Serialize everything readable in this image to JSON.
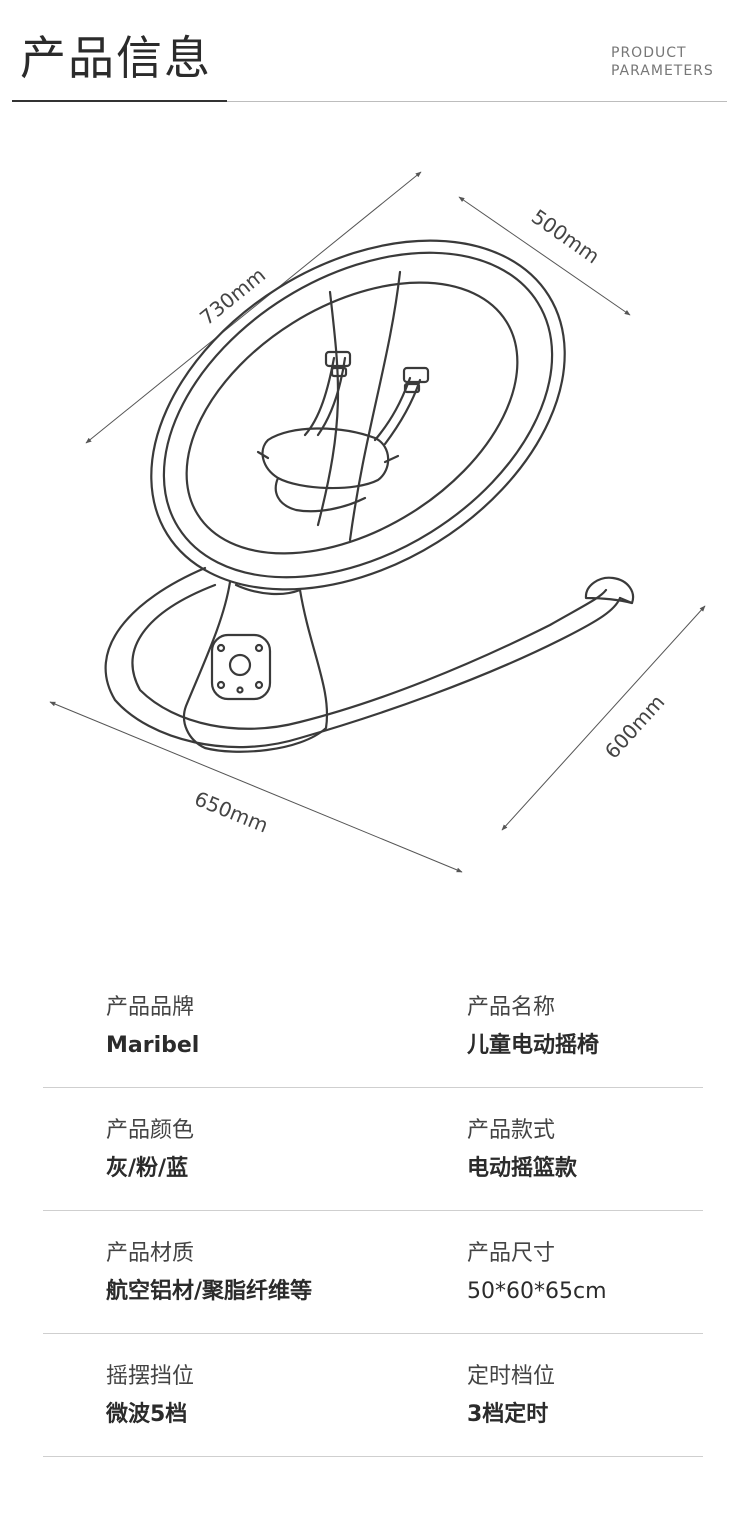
{
  "header": {
    "title": "产品信息",
    "subtitle_line1": "PRODUCT",
    "subtitle_line2": "PARAMETERS"
  },
  "drawing": {
    "dim_length": "730mm",
    "dim_width": "500mm",
    "dim_base": "650mm",
    "dim_height": "600mm"
  },
  "specs": [
    {
      "left": {
        "label": "产品品牌",
        "value": "Maribel"
      },
      "right": {
        "label": "产品名称",
        "value": "儿童电动摇椅"
      }
    },
    {
      "left": {
        "label": "产品颜色",
        "value": "灰/粉/蓝"
      },
      "right": {
        "label": "产品款式",
        "value": "电动摇篮款"
      }
    },
    {
      "left": {
        "label": "产品材质",
        "value": "航空铝材/聚脂纤维等"
      },
      "right": {
        "label": "产品尺寸",
        "value": "50*60*65cm"
      }
    },
    {
      "left": {
        "label": "摇摆挡位",
        "value": "微波5档"
      },
      "right": {
        "label": "定时档位",
        "value": "3档定时"
      }
    }
  ]
}
